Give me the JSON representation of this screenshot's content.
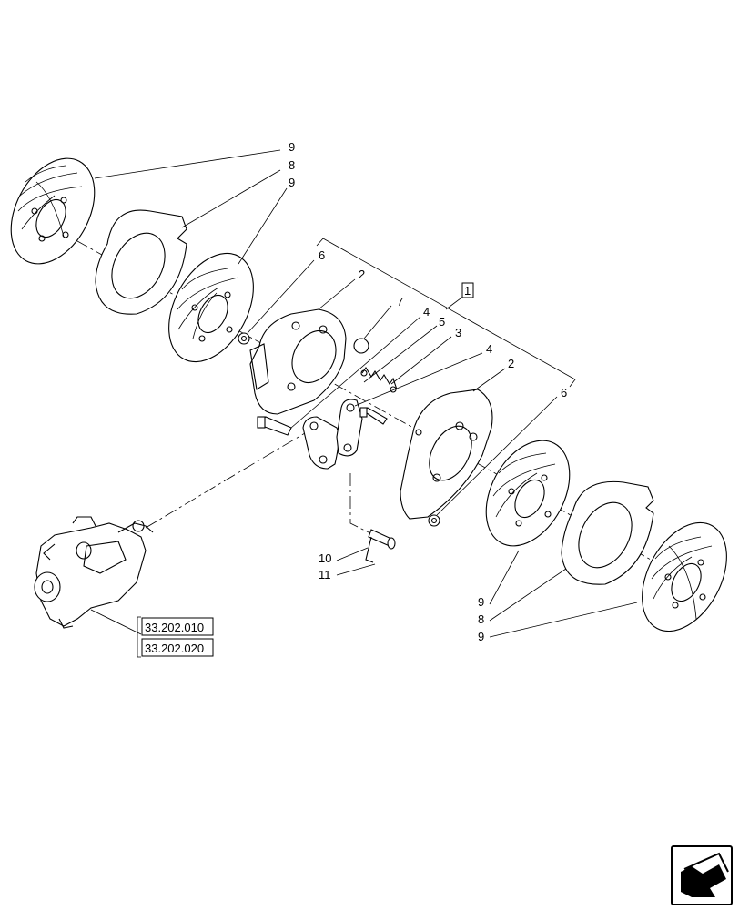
{
  "callouts": {
    "c9a": "9",
    "c8a": "8",
    "c9b": "9",
    "c6a": "6",
    "c2a": "2",
    "c7": "7",
    "c1": "1",
    "c4a": "4",
    "c5": "5",
    "c3": "3",
    "c4b": "4",
    "c2b": "2",
    "c6b": "6",
    "c10": "10",
    "c11": "11",
    "c9c": "9",
    "c8b": "8",
    "c9d": "9"
  },
  "references": {
    "ref1": "33.202.010",
    "ref2": "33.202.020"
  },
  "nav_icon": "next-page-arrow-icon"
}
